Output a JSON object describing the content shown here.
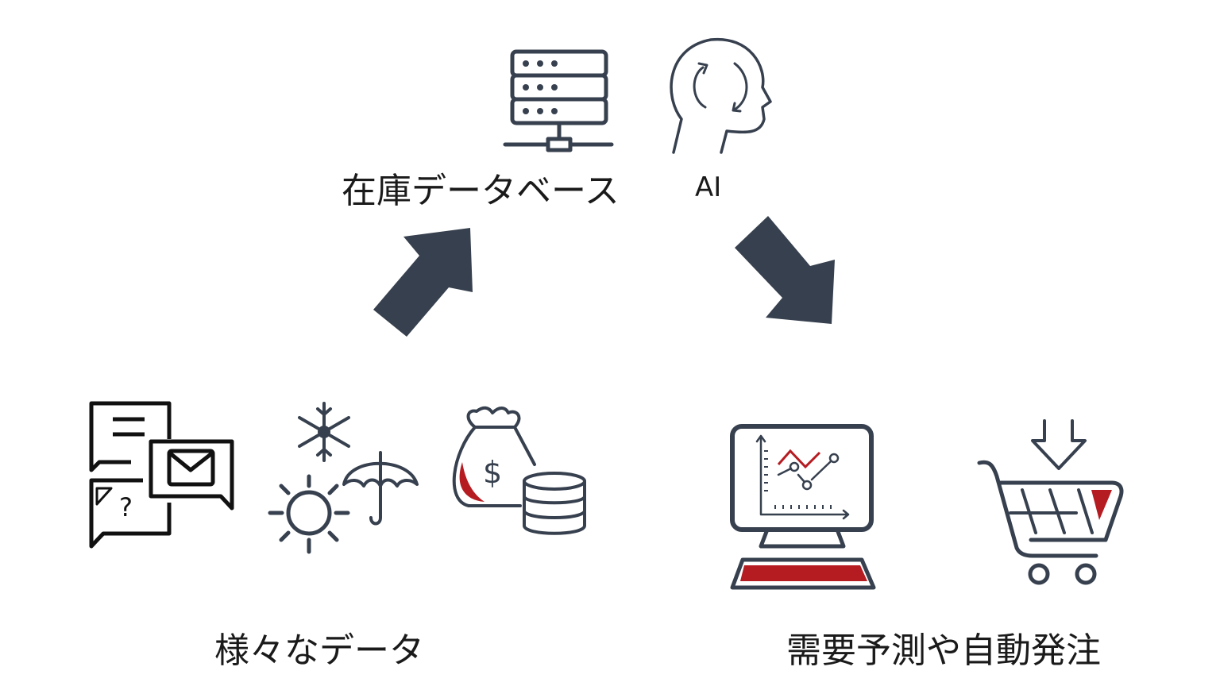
{
  "labels": {
    "database": "在庫データベース",
    "ai": "AI",
    "various_data": "様々なデータ",
    "outcome": "需要予測や自動発注"
  },
  "colors": {
    "navy": "#37404e",
    "red": "#b51c22"
  },
  "icons": [
    "server-icon",
    "ai-head-icon",
    "chat-bubbles-icon",
    "weather-icon",
    "money-bag-coins-icon",
    "computer-chart-icon",
    "shopping-cart-icon",
    "arrow-up-right-icon",
    "arrow-down-right-icon"
  ]
}
